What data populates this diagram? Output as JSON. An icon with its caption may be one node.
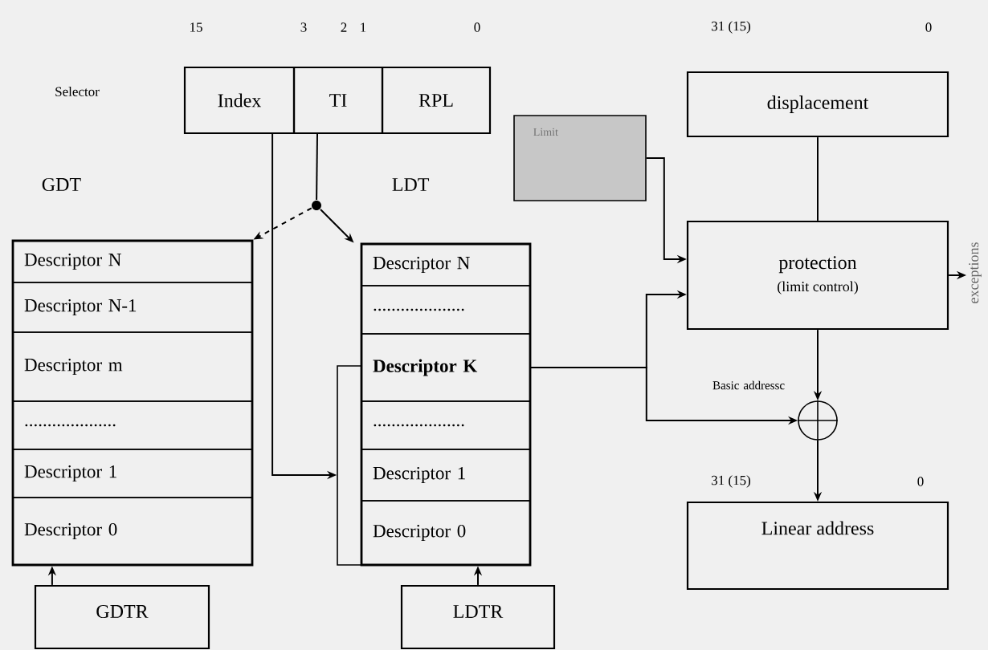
{
  "diagram": {
    "nodes": [
      {
        "text": [
          "Index"
        ]
      },
      {
        "text": [
          "TI"
        ]
      },
      {
        "text": [
          "RPL"
        ]
      },
      {
        "text": [],
        "shape": "circle"
      },
      {
        "text": [
          "GDT"
        ]
      },
      {
        "text": [
          "Descriptor  N"
        ],
        "in": 4
      },
      {
        "text": [
          "Descriptor  N-1"
        ],
        "in": 4
      },
      {
        "text": [
          "Descriptor  m"
        ],
        "in": 4
      },
      {
        "text": [
          "...................."
        ],
        "in": 4
      },
      {
        "text": [
          "Descriptor  1"
        ],
        "in": 4
      },
      {
        "text": [
          "Descriptor  0"
        ],
        "in": 4
      },
      {
        "text": [
          "LDT"
        ]
      },
      {
        "text": [
          "Descriptor  N"
        ],
        "in": 11
      },
      {
        "text": [
          "...................."
        ],
        "in": 11
      },
      {
        "text": [
          "Descriptor  K"
        ],
        "in": 11
      },
      {
        "text": [
          "...................."
        ],
        "in": 11
      },
      {
        "text": [
          "Descriptor  1"
        ],
        "in": 11
      },
      {
        "text": [
          "Descriptor  0"
        ],
        "in": 11
      },
      {
        "text": [
          "GDTR"
        ]
      },
      {
        "text": [
          "LDTR"
        ]
      },
      {
        "text": [
          "Limit"
        ]
      },
      {
        "text": [
          "displacement"
        ]
      },
      {
        "text": [
          "protection",
          "(limit control)"
        ]
      },
      {
        "text": [],
        "shape": "circle"
      },
      {
        "text": [
          "Linear address"
        ]
      },
      {
        "text": [
          "exceptions"
        ]
      }
    ],
    "edges": [
      {
        "from": 1,
        "to": 3,
        "arrow": "none"
      },
      {
        "from": 3,
        "to": 4,
        "arrow": "to",
        "style": "dashed"
      },
      {
        "from": 3,
        "to": 11,
        "arrow": "to"
      },
      {
        "from": 0,
        "to": 16,
        "arrow": "to"
      },
      {
        "from": 14,
        "to": 22,
        "arrow": "to"
      },
      {
        "from": 14,
        "to": 23,
        "arrow": "to",
        "label": "Basic addressc"
      },
      {
        "from": 20,
        "to": 22,
        "arrow": "to"
      },
      {
        "from": 21,
        "to": 22,
        "arrow": "none"
      },
      {
        "from": 22,
        "to": 23,
        "arrow": "to"
      },
      {
        "from": 23,
        "to": 24,
        "arrow": "to"
      },
      {
        "from": 22,
        "to": 25,
        "arrow": "to"
      },
      {
        "from": 18,
        "to": 4,
        "arrow": "to"
      },
      {
        "from": 19,
        "to": 11,
        "arrow": "to"
      }
    ],
    "labels": [
      "15",
      "3",
      "2",
      "1",
      "0",
      "31 (15)",
      "0",
      "Selector",
      "31 (15)",
      "0"
    ]
  }
}
